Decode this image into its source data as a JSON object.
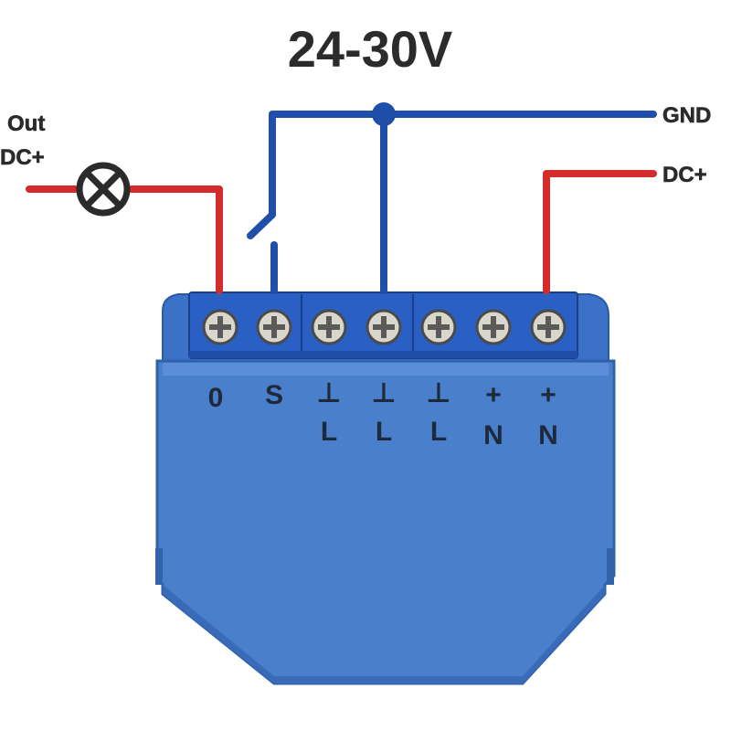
{
  "title": "24-30V",
  "labels": {
    "gnd": "GND",
    "dc_plus_right": "DC+",
    "out_line1": "Out",
    "out_line2": "DC+"
  },
  "terminals": [
    {
      "top": "0",
      "bottom": ""
    },
    {
      "top": "S",
      "bottom": ""
    },
    {
      "top": "⊥",
      "bottom": "L"
    },
    {
      "top": "⊥",
      "bottom": "L"
    },
    {
      "top": "⊥",
      "bottom": "L"
    },
    {
      "top": "+",
      "bottom": "N"
    },
    {
      "top": "+",
      "bottom": "N"
    }
  ],
  "colors": {
    "wire_blue": "#1f4fa8",
    "wire_red": "#d42b2b",
    "module_body": "#4a7fcc",
    "module_dark": "#2f62ad",
    "terminal_block": "#2a5fc4",
    "screw": "#d9d6cc",
    "text": "#2b2b2b"
  },
  "icons": {
    "lamp": "lamp-symbol-icon",
    "switch": "switch-contact-icon",
    "junction": "junction-dot-icon"
  }
}
